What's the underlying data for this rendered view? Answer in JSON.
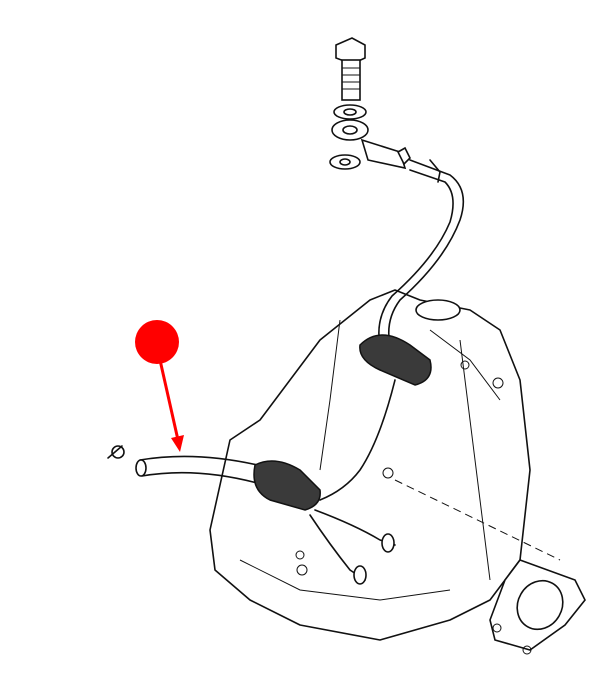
{
  "diagram": {
    "kind": "exploded parts line drawing",
    "colors": {
      "line": "#111111",
      "background": "#ffffff",
      "marker": "#ff0000"
    }
  },
  "annotation": {
    "marker_shape": "circle",
    "arrow_direction": "down",
    "points_to": "hose"
  }
}
